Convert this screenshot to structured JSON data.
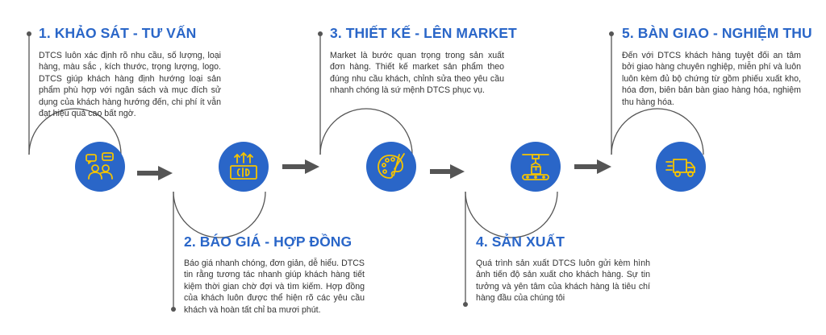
{
  "colors": {
    "accent": "#2a66c8",
    "icon": "#f5c400",
    "line": "#555555",
    "arrow": "#555555"
  },
  "steps": [
    {
      "title": "1. KHẢO SÁT - TƯ VẤN",
      "description": "DTCS luôn xác định rõ nhu cầu, số lượng, loại hàng, màu sắc , kích thước, trọng lượng, logo. DTCS giúp khách hàng định hướng loại sản phẩm phù hợp với ngân sách và mục đích sử dụng của khách hàng hướng đến, chi phí ít vẫn đạt hiệu quả cao bất ngờ.",
      "icon": "consultation-icon"
    },
    {
      "title": "2. BÁO GIÁ - HỢP ĐỒNG",
      "description": "Báo giá nhanh chóng, đơn giản, dễ hiểu. DTCS tin rằng tương tác nhanh giúp khách hàng tiết kiệm thời gian chờ đợi và tìm kiếm. Hợp đồng của khách luôn được thể hiện rõ các yêu cầu khách và hoàn tất chỉ ba mươi phút.",
      "icon": "money-growth-icon"
    },
    {
      "title": "3. THIẾT KẾ - LÊN MARKET",
      "description": "Market là bước quan trọng trong sản xuất đơn hàng. Thiết kế market sản phẩm theo đúng nhu cầu khách, chỉnh sửa theo yêu cầu nhanh chóng là sứ mệnh DTCS phục vụ.",
      "icon": "palette-icon"
    },
    {
      "title": "4. SẢN XUẤT",
      "description": "Quá trình sản xuất DTCS luôn gửi kèm hình ảnh tiến độ sản xuất cho khách hàng. Sự tin tưởng và yên tâm của khách hàng là tiêu chí hàng đầu của chúng tôi",
      "icon": "conveyor-icon"
    },
    {
      "title": "5. BÀN GIAO - NGHIỆM THU",
      "description": "Đến với DTCS khách hàng tuyệt đối an tâm bởi giao hàng chuyên nghiệp, miễn phí và luôn luôn kèm đủ bộ chứng từ gồm phiếu xuất kho, hóa đơn, biên bản bàn giao hàng hóa, nghiệm thu hàng hóa.",
      "icon": "delivery-truck-icon"
    }
  ]
}
